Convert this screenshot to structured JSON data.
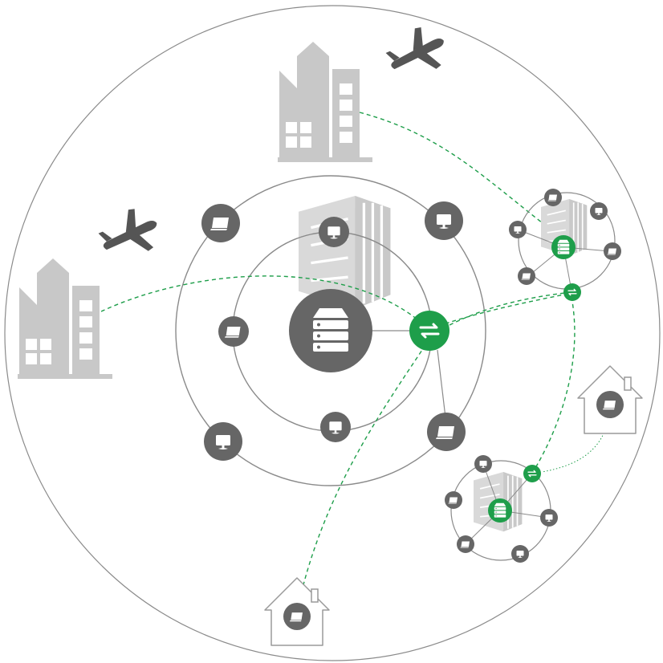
{
  "diagram": {
    "colors": {
      "ring": "#8a8a8a",
      "link": "#8a8a8a",
      "dashed_link": "#1e9e4a",
      "node_dark": "#666666",
      "switch_green": "#1e9e4a",
      "building_gray": "#c8c8c8",
      "building_window": "#ffffff",
      "house_stroke": "#9a9a9a",
      "server_rack": "#e0e0e0"
    },
    "icons": {
      "central_server": "server-stack-icon",
      "core_switch": "network-switch-icon",
      "hub_switch": "network-switch-icon",
      "hub_server": "server-stack-icon",
      "laptop": "laptop-icon",
      "monitor": "desktop-monitor-icon",
      "airplane": "airplane-icon",
      "office": "office-building-icon",
      "datacenter": "datacenter-building-icon",
      "house": "house-icon"
    },
    "elements": {
      "outer_boundary": "outer-network-boundary",
      "campus_rings": [
        "campus-ring-inner",
        "campus-ring-outer"
      ],
      "campus_nodes": [
        "monitor",
        "monitor",
        "laptop",
        "laptop",
        "monitor",
        "monitor",
        "laptop"
      ],
      "branch_one_nodes": [
        "laptop",
        "monitor",
        "monitor",
        "laptop",
        "laptop"
      ],
      "branch_two_nodes": [
        "monitor",
        "laptop",
        "laptop",
        "monitor",
        "monitor",
        "laptop"
      ],
      "remote_sites": [
        "office",
        "office",
        "house",
        "house"
      ],
      "airplanes": 2
    }
  }
}
